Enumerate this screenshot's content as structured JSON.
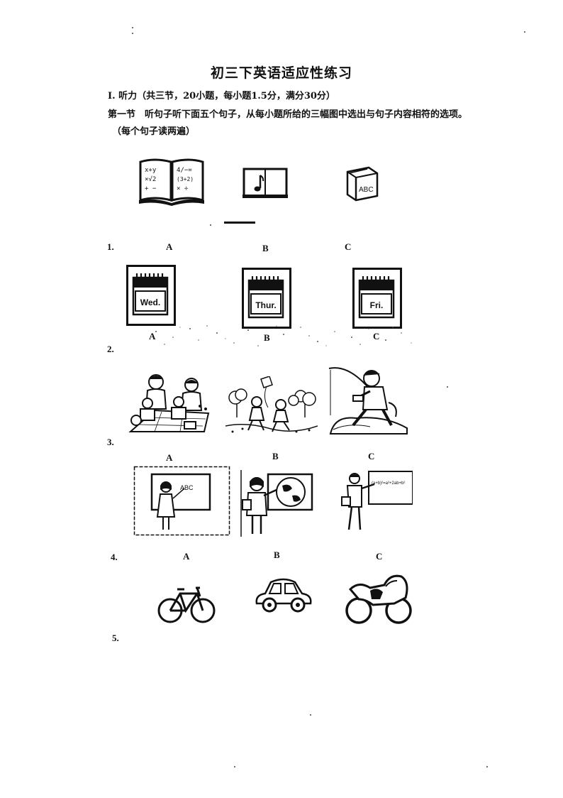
{
  "document": {
    "title": "初三下英语适应性练习",
    "section_heading": "I. 听力（共三节，20小题，每小题1.5分，满分30分）",
    "part_instruction": "第一节　听句子听下面五个句子，从每小题所给的三幅图中选出与句子内容相符的选项。",
    "part_note": "（每个句子读两遍）"
  },
  "questions": [
    {
      "number": "1.",
      "options": [
        "A",
        "B",
        "C"
      ],
      "pictures": [
        "math-book-icon",
        "music-book-icon",
        "abc-book-icon"
      ]
    },
    {
      "number": "2.",
      "options": [
        "A",
        "B",
        "C"
      ],
      "pictures": [
        "calendar-wed-icon",
        "calendar-thur-icon",
        "calendar-fri-icon"
      ],
      "calendar_labels": [
        "Wed.",
        "Thur.",
        "Fri."
      ]
    },
    {
      "number": "3.",
      "options": [
        "A",
        "B",
        "C"
      ],
      "pictures": [
        "picnic-scene",
        "kite-flying-scene",
        "fishing-scene"
      ]
    },
    {
      "number": "4.",
      "options": [
        "A",
        "B",
        "C"
      ],
      "pictures": [
        "english-teacher-scene",
        "geography-teacher-scene",
        "math-teacher-scene"
      ],
      "board_text": "ABC",
      "formula_text": "(a+b)²=a²+2ab+b²"
    },
    {
      "number": "5.",
      "options": [],
      "pictures": [
        "bicycle-icon",
        "car-icon",
        "motorcycle-icon"
      ]
    }
  ]
}
